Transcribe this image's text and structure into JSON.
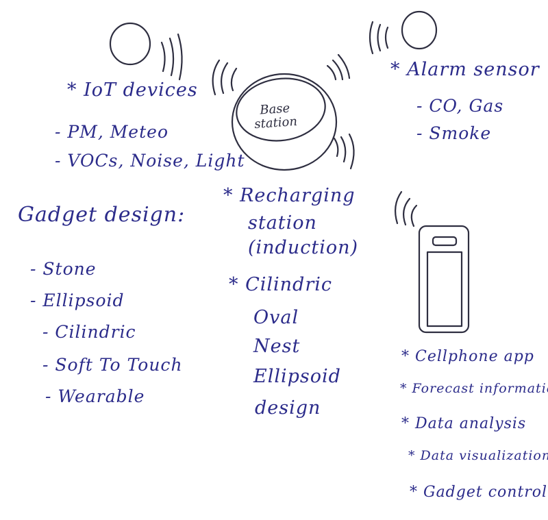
{
  "base_station": {
    "label": "Base station"
  },
  "iot": {
    "heading": "* IoT devices",
    "items": [
      "- PM, Meteo",
      "- VOCs, Noise, Light"
    ]
  },
  "alarm": {
    "heading": "* Alarm sensor",
    "items": [
      "- CO, Gas",
      "- Smoke"
    ]
  },
  "recharging": {
    "lines": [
      "* Recharging",
      "station",
      "(induction)"
    ]
  },
  "shapes": {
    "lines": [
      "* Cilindric",
      "Oval",
      "Nest",
      "Ellipsoid",
      "design"
    ]
  },
  "gadget_design": {
    "heading": "Gadget design:",
    "items": [
      "- Stone",
      "- Ellipsoid",
      "- Cilindric",
      "- Soft To Touch",
      "- Wearable"
    ]
  },
  "cellphone": {
    "items": [
      "* Cellphone app",
      "* Forecast information",
      "* Data analysis",
      "* Data visualization",
      "* Gadget control"
    ]
  },
  "colors": {
    "ink_blue": "#2b2b8a",
    "pencil_dark": "#2e2e40",
    "paper": "#ffffff"
  }
}
